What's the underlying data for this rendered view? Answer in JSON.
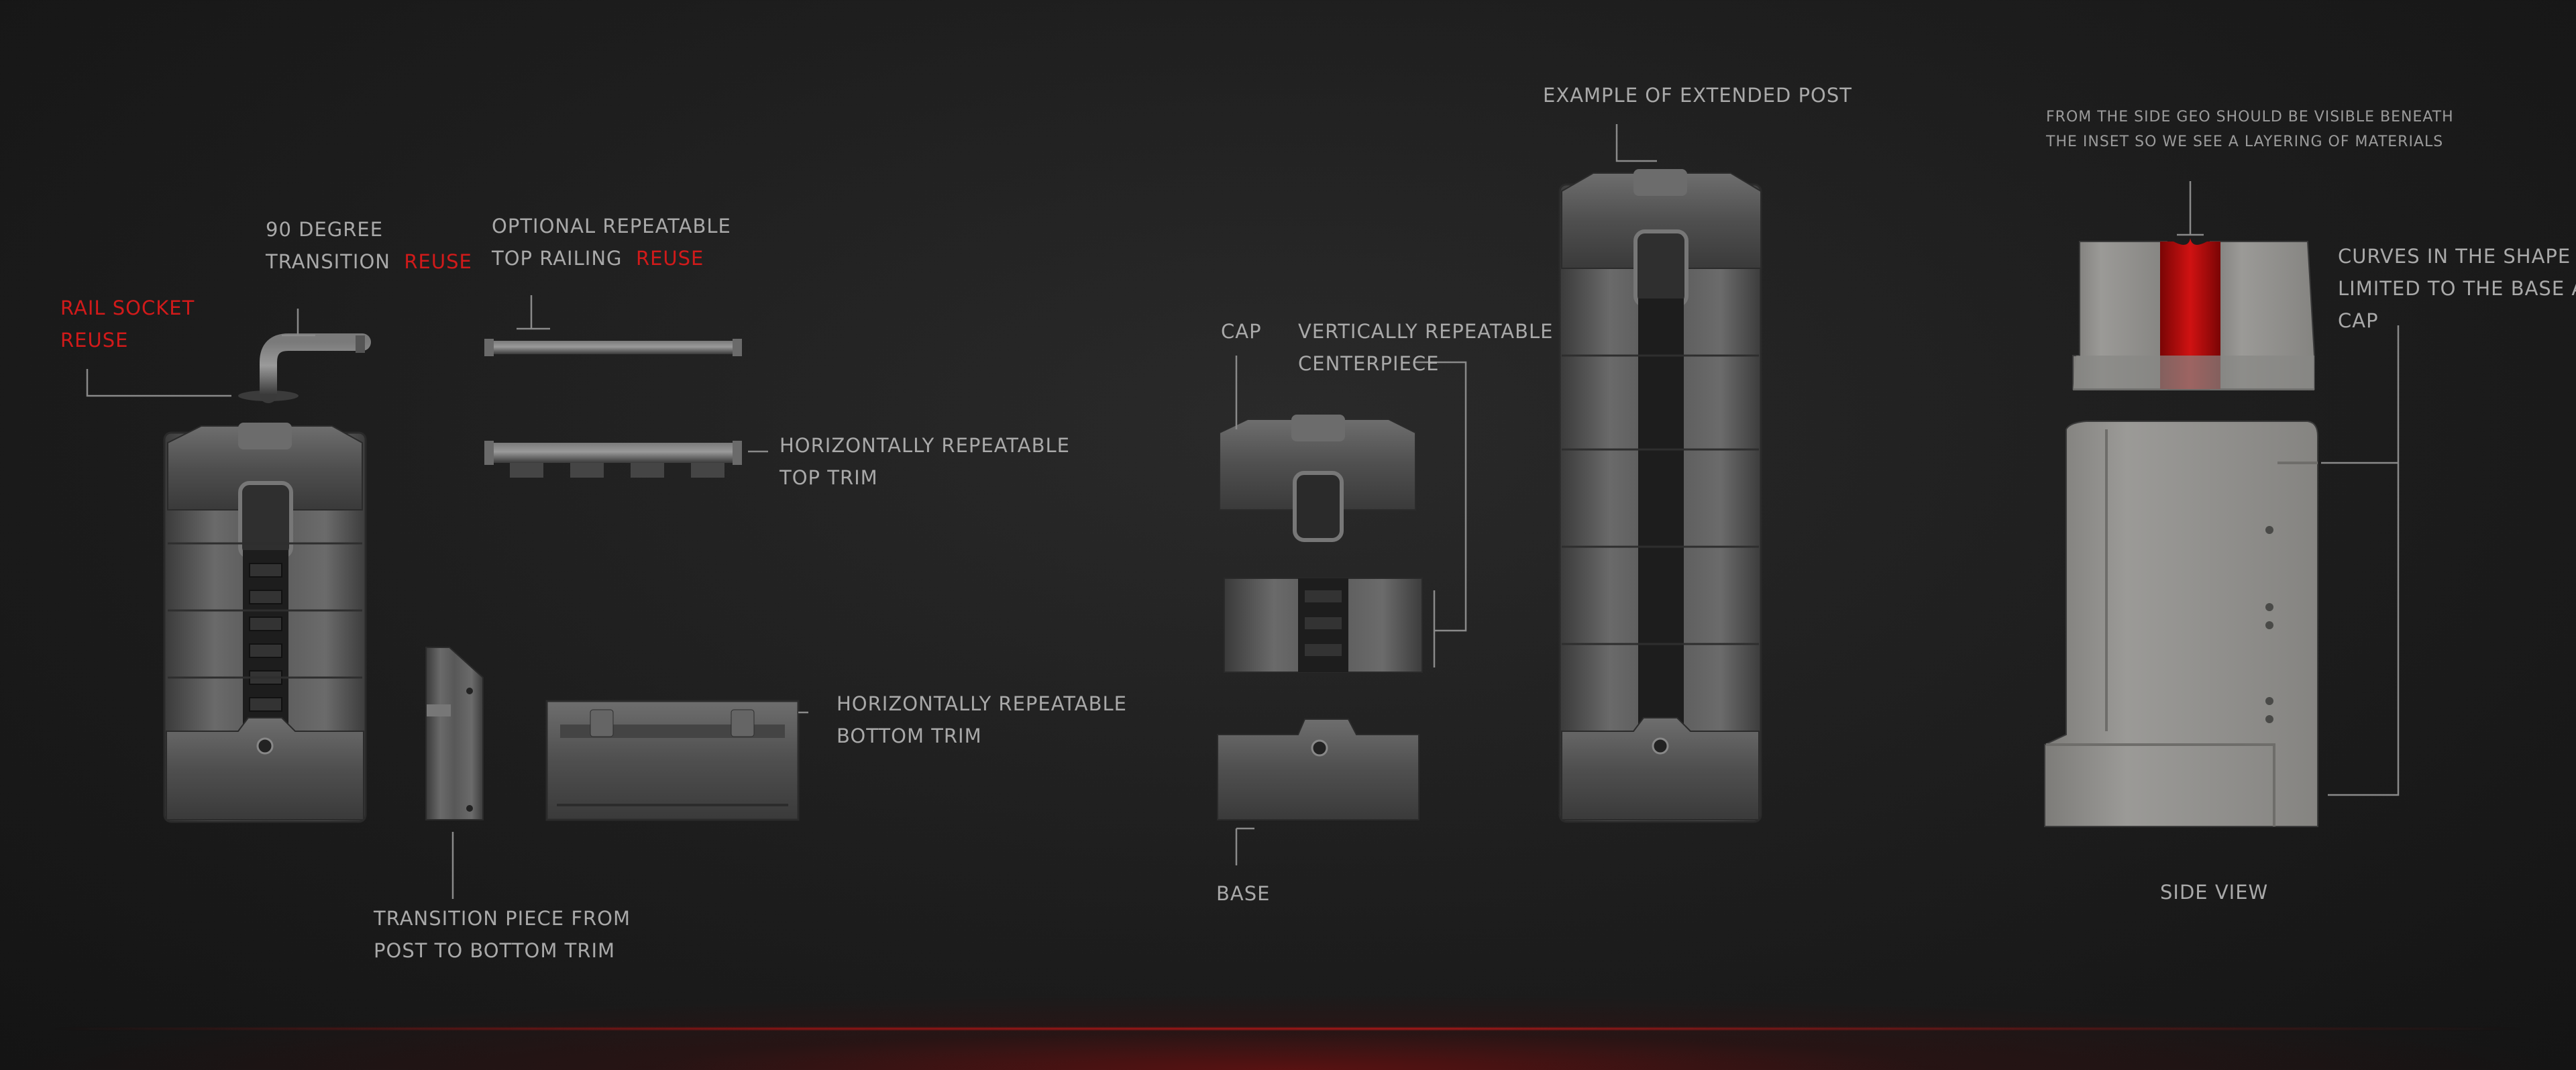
{
  "labels": {
    "rail_socket": [
      "RAIL SOCKET",
      "REUSE"
    ],
    "degree_transition": {
      "line1": "90 DEGREE",
      "line2": "TRANSITION",
      "reuse": "REUSE"
    },
    "optional_railing": {
      "line1": "OPTIONAL REPEATABLE",
      "line2": "TOP RAILING",
      "reuse": "REUSE"
    },
    "top_trim": [
      "HORIZONTALLY REPEATABLE",
      "TOP TRIM"
    ],
    "bottom_trim": [
      "HORIZONTALLY REPEATABLE",
      "BOTTOM TRIM"
    ],
    "transition_piece": [
      "TRANSITION PIECE FROM",
      "POST TO BOTTOM TRIM"
    ],
    "cap": "CAP",
    "centerpiece": [
      "VERTICALLY REPEATABLE",
      "CENTERPIECE"
    ],
    "base": "BASE",
    "extended_post": "EXAMPLE OF EXTENDED POST",
    "side_geo_note": [
      "FROM THE SIDE GEO SHOULD BE VISIBLE BENEATH",
      "THE INSET SO WE SEE A LAYERING OF MATERIALS"
    ],
    "curves_note": [
      "CURVES IN THE SHAPE ARE",
      "LIMITED TO THE BASE AND",
      "CAP"
    ],
    "side_view": "SIDE VIEW"
  },
  "colors": {
    "background": "#1c1c1c",
    "label": "#a9a9a9",
    "reuse_accent": "#d11a1a",
    "metal": "#5c5c5c",
    "side_view_metal": "#8f8e8b",
    "inset_red": "#c20d0d"
  }
}
